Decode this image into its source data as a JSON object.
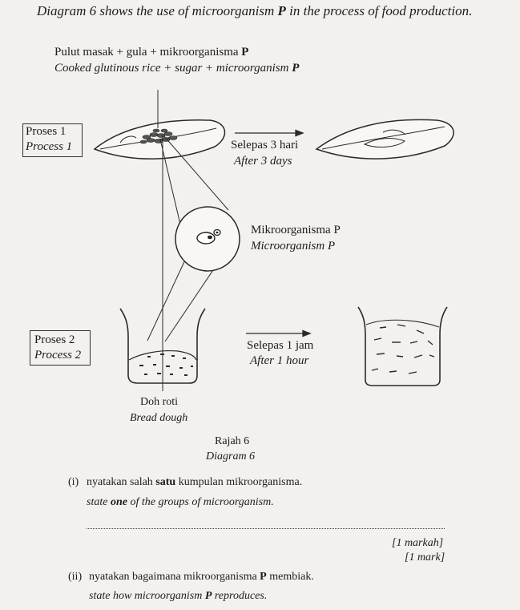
{
  "intro": {
    "before": "Diagram 6 shows the use of microorganism ",
    "letter": "P",
    "after": " in the process of food production."
  },
  "ingredients": {
    "malay": {
      "before": "Pulut masak + gula + mikroorganisma ",
      "letter": "P"
    },
    "english": {
      "before": "Cooked glutinous rice + sugar + microorganism ",
      "letter": "P"
    }
  },
  "process1": {
    "malay": "Proses 1",
    "english": "Process 1"
  },
  "process2": {
    "malay": "Proses 2",
    "english": "Process 2"
  },
  "time1": {
    "malay": "Selepas 3 hari",
    "english": "After 3 days"
  },
  "time2": {
    "malay": "Selepas 1 jam",
    "english": "After 1 hour"
  },
  "microbe": {
    "malay": "Mikroorganisma P",
    "english": "Microorganism P"
  },
  "dough": {
    "malay": "Doh roti",
    "english": "Bread dough"
  },
  "caption": {
    "malay": "Rajah 6",
    "english": "Diagram 6"
  },
  "q1": {
    "number": "(i)",
    "malay": {
      "before": "nyatakan salah ",
      "bold": "satu",
      "after": " kumpulan mikroorganisma."
    },
    "english": {
      "before": "state ",
      "bold": "one",
      "after": " of the groups of microorganism."
    },
    "mark_malay": "[1 markah]",
    "mark_english": "[1 mark]"
  },
  "q2": {
    "number": "(ii)",
    "malay": {
      "before": "nyatakan bagaimana mikroorganisma ",
      "bold": "P",
      "after": " membiak."
    },
    "english": {
      "before": "state how microorganism ",
      "bold": "P",
      "after": " reproduces."
    }
  }
}
